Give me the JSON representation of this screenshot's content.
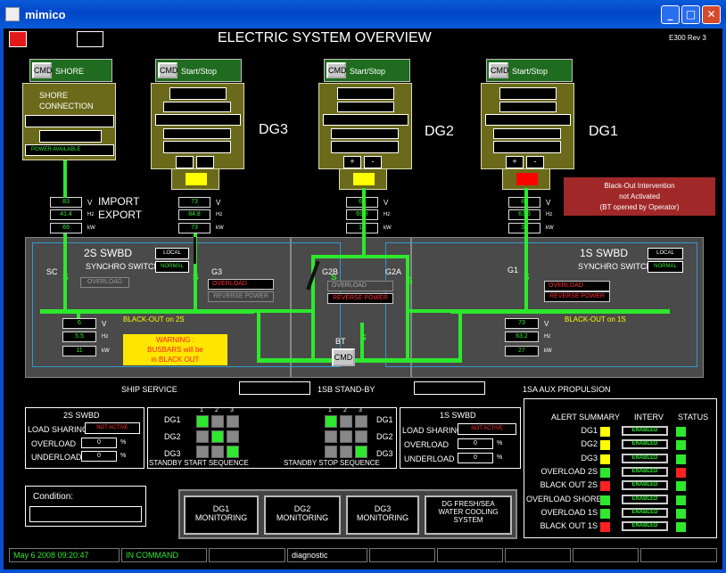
{
  "window": {
    "title": "mimico"
  },
  "header": {
    "title": "ELECTRIC SYSTEM OVERVIEW",
    "rev": "E300 Rev 3"
  },
  "shore": {
    "tab": "SHORE",
    "cmd": "CMD",
    "line1": "SHORE",
    "line2": "CONNECTION",
    "status": "POWER AVAILABLE"
  },
  "gens": [
    {
      "name": "DG3",
      "tab": "Start/Stop",
      "cmd": "CMD",
      "plus": "",
      "minus": "",
      "indicator": "#ffff00"
    },
    {
      "name": "DG2",
      "tab": "Start/Stop",
      "cmd": "CMD",
      "plus": "+",
      "minus": "-",
      "indicator": "#ffff00"
    },
    {
      "name": "DG1",
      "tab": "Start/Stop",
      "cmd": "CMD",
      "plus": "+",
      "minus": "-",
      "indicator": "#ff0000"
    }
  ],
  "readings": {
    "shore": {
      "v": "83",
      "hz": "41.4",
      "kw": "69"
    },
    "dg3": {
      "v": "73",
      "hz": "84.8",
      "kw": "73"
    },
    "dg2": {
      "v": "65",
      "hz": "69.8",
      "kw": "15"
    },
    "dg1": {
      "v": "84",
      "hz": "63.6",
      "kw": "35"
    },
    "bus2s": {
      "v": "6",
      "hz": "5.5",
      "kw": "11"
    },
    "bus1s": {
      "v": "73",
      "hz": "63.2",
      "kw": "27"
    }
  },
  "units": {
    "v": "V",
    "hz": "Hz",
    "kw": "kW"
  },
  "import_export": {
    "import": "IMPORT",
    "export": "EXPORT"
  },
  "blackout_box": {
    "line1": "Black-Out Intervention",
    "line2": "not Activated",
    "line3": "(BT opened by Operator)"
  },
  "swbd2s": {
    "title": "2S SWBD",
    "sync": "SYNCHRO SWITCH",
    "local": "LOCAL",
    "normal": "NORMAL",
    "sc": "SC",
    "g3": "G3",
    "overload": "OVERLOAD",
    "overload_g3": "OVERLOAD",
    "reverse": "REVERSE POWER",
    "blackout": "BLACK-OUT on 2S",
    "warning_title": "WARNING :",
    "warning1": "BUSBARS will be",
    "warning2": "in BLACK OUT"
  },
  "swbd1s": {
    "title": "1S SWBD",
    "sync": "SYNCHRO SWITCH",
    "local": "LOCAL",
    "normal": "NORMAL",
    "g1": "G1",
    "overload": "OVERLOAD",
    "reverse": "REVERSE POWER",
    "blackout": "BLACK-OUT on 1S"
  },
  "mid": {
    "g2b": "G2B",
    "g2a": "G2A",
    "overload": "OVERLOAD",
    "reverse": "REVERSE POWER",
    "bt": "BT",
    "cmd": "CMD"
  },
  "switch_glyph": "S",
  "bottom_labels": {
    "ship": "SHIP SERVICE",
    "standby": "1SB STAND-BY",
    "aux": "1SA AUX PROPULSION"
  },
  "load2s": {
    "title": "2S SWBD",
    "sharing": "LOAD SHARING",
    "sharing_val": "NOT ACTIVE",
    "overload": "OVERLOAD",
    "overload_val": "0",
    "underload": "UNDERLOAD",
    "underload_val": "0",
    "pct": "%"
  },
  "load1s": {
    "title": "1S SWBD",
    "sharing": "LOAD SHARING",
    "sharing_val": "NOT ACTIVE",
    "overload": "OVERLOAD",
    "overload_val": "0",
    "underload": "UNDERLOAD",
    "underload_val": "0",
    "pct": "%"
  },
  "seq": {
    "cols": [
      "1",
      "2",
      "3"
    ],
    "rows": [
      "DG1",
      "DG2",
      "DG3"
    ],
    "start_label": "STANDBY START SEQUENCE",
    "stop_label": "STANDBY STOP SEQUENCE",
    "start_grid": [
      [
        "#2ee82e",
        "#888",
        "#888"
      ],
      [
        "#888",
        "#2ee82e",
        "#888"
      ],
      [
        "#888",
        "#888",
        "#2ee82e"
      ]
    ],
    "stop_grid": [
      [
        "#2ee82e",
        "#888",
        "#888"
      ],
      [
        "#888",
        "#888",
        "#888"
      ],
      [
        "#888",
        "#888",
        "#2ee82e"
      ]
    ]
  },
  "alerts": {
    "h1": "ALERT SUMMARY",
    "h2": "INTERV",
    "h3": "STATUS",
    "enabled": "ENABLED",
    "rows": [
      {
        "name": "DG1",
        "alert": "#ffff00",
        "status": "#2ee82e"
      },
      {
        "name": "DG2",
        "alert": "#ffff00",
        "status": "#2ee82e"
      },
      {
        "name": "DG3",
        "alert": "#ffff00",
        "status": "#2ee82e"
      },
      {
        "name": "OVERLOAD 2S",
        "alert": "#2ee82e",
        "status": "#ff2020"
      },
      {
        "name": "BLACK OUT 2S",
        "alert": "#ff2020",
        "status": "#2ee82e"
      },
      {
        "name": "OVERLOAD SHORE",
        "alert": "#2ee82e",
        "status": "#2ee82e"
      },
      {
        "name": "OVERLOAD 1S",
        "alert": "#2ee82e",
        "status": "#2ee82e"
      },
      {
        "name": "BLACK OUT 1S",
        "alert": "#ff2020",
        "status": "#2ee82e"
      }
    ]
  },
  "condition": {
    "label": "Condition:"
  },
  "monitor": {
    "b1a": "DG1",
    "b1b": "MONITORING",
    "b2a": "DG2",
    "b2b": "MONITORING",
    "b3a": "DG3",
    "b3b": "MONITORING",
    "b4a": "DG FRESH/SEA",
    "b4b": "WATER COOLING",
    "b4c": "SYSTEM"
  },
  "statusbar": {
    "date": "May  6 2008  09:20:47",
    "mode": "IN COMMAND",
    "diag": "diagnostic"
  }
}
